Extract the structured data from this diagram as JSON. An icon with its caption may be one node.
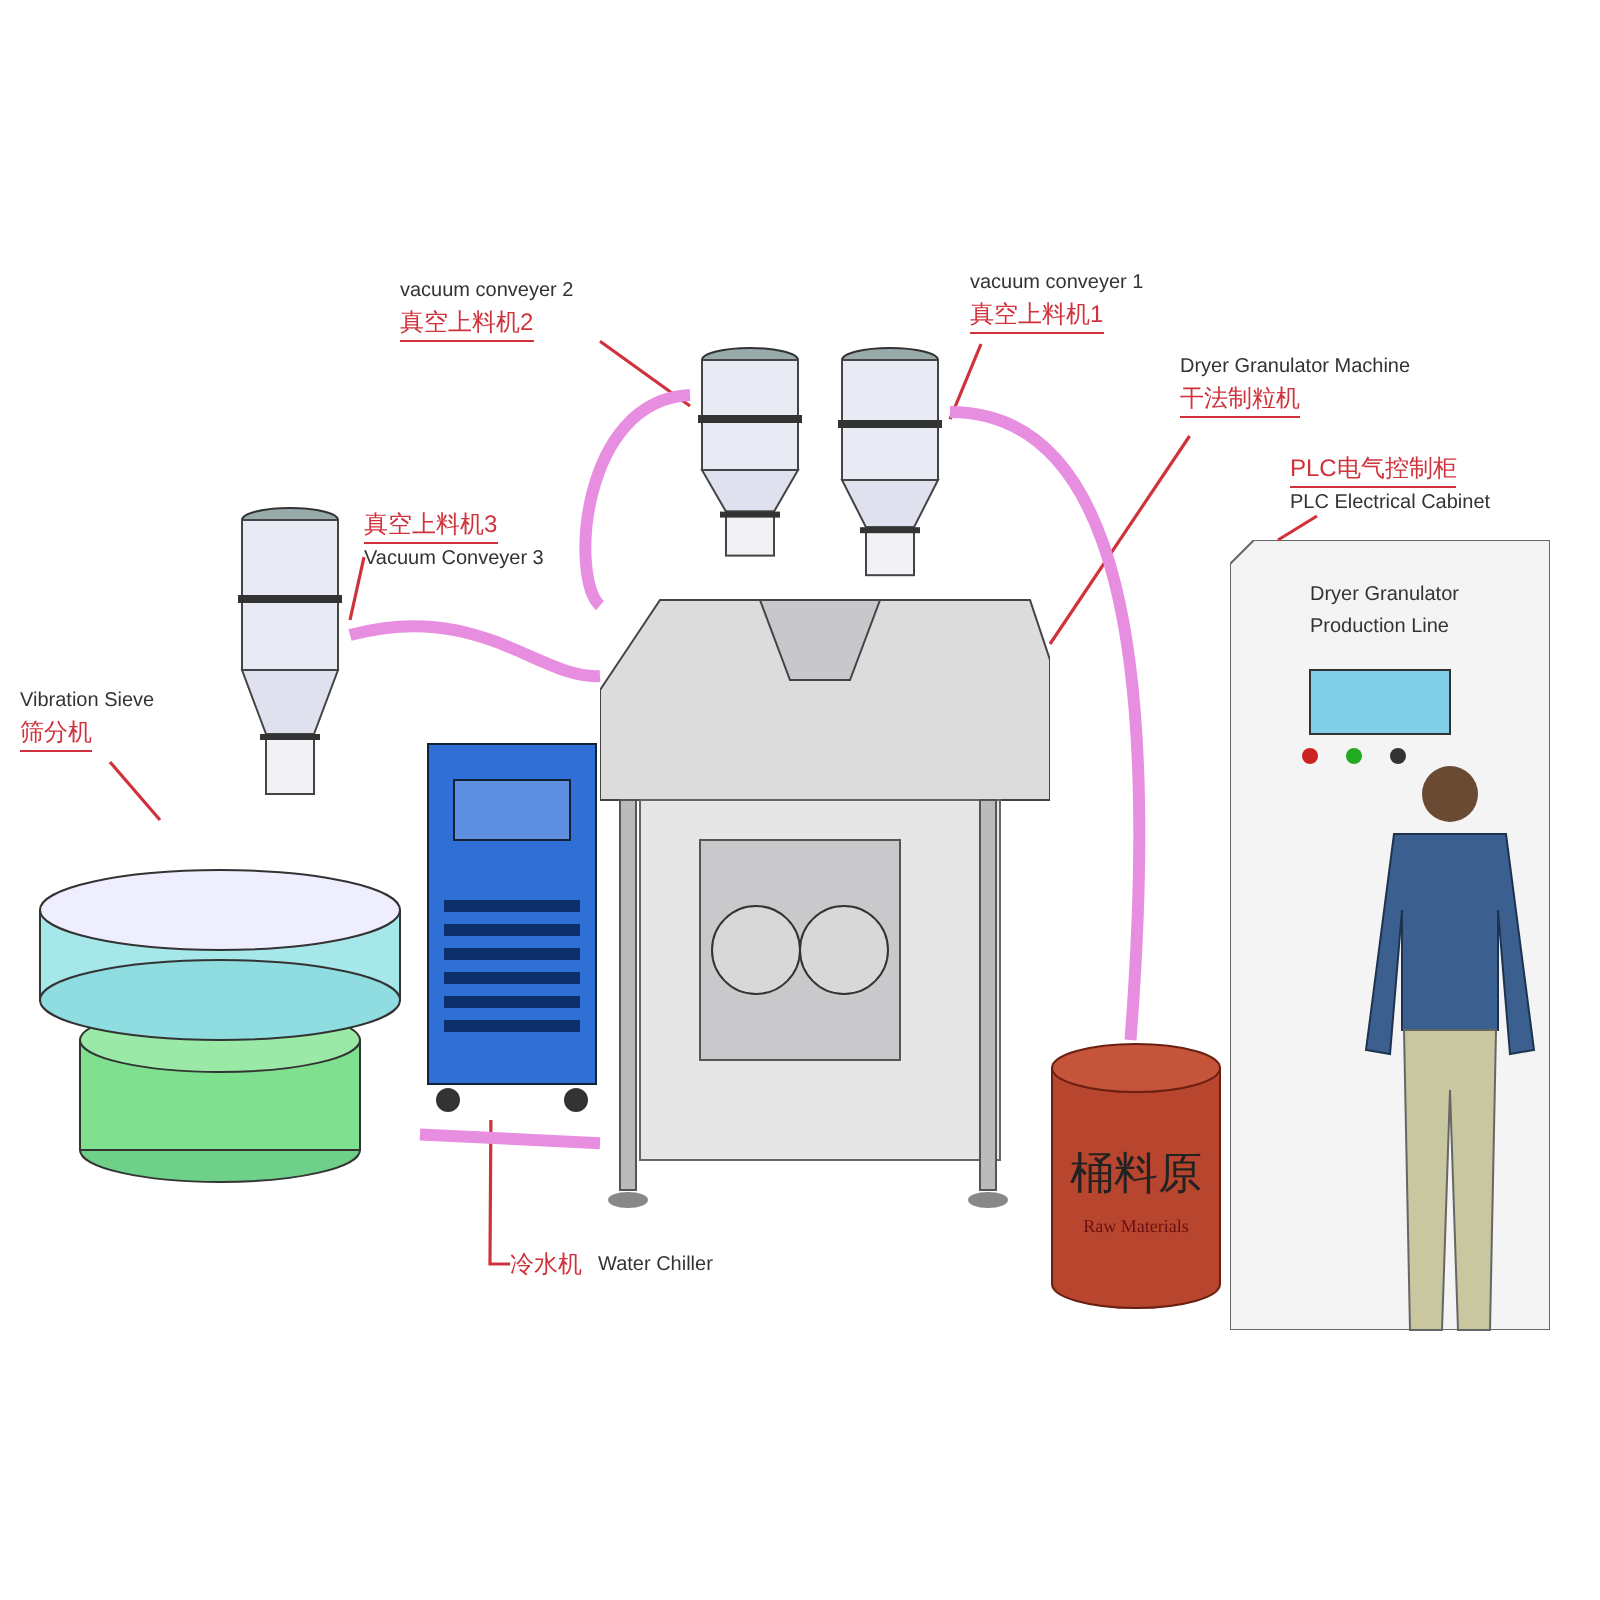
{
  "diagram": {
    "nodes": [
      {
        "text": [
          "vacuum conveyer 2",
          "真空上料机2"
        ]
      },
      {
        "text": [
          "vacuum conveyer 1",
          "真空上料机1"
        ]
      },
      {
        "text": [
          "真空上料机3",
          "Vacuum Conveyer 3"
        ]
      },
      {
        "text": [
          "Dryer Granulator Machine",
          "干法制粒机"
        ]
      },
      {
        "text": [
          "PLC电气控制柜",
          "PLC Electrical Cabinet"
        ]
      },
      {
        "text": [
          "Vibration Sieve",
          "筛分机"
        ]
      },
      {
        "text": [
          "冷水机",
          "Water Chiller"
        ]
      },
      {
        "text": [],
        "shape": "picture"
      },
      {
        "text": [],
        "shape": "picture"
      },
      {
        "text": [],
        "shape": "picture"
      },
      {
        "text": [],
        "shape": "picture"
      },
      {
        "text": [
          "Dryer Granulator Production Line"
        ]
      },
      {
        "text": [],
        "shape": "picture"
      },
      {
        "text": [],
        "shape": "picture"
      },
      {
        "text": [
          "桶料原",
          "Raw Materials"
        ]
      }
    ],
    "edges": [
      {
        "from": 0,
        "to": 7,
        "arrow": "none"
      },
      {
        "from": 1,
        "to": 8,
        "arrow": "none"
      },
      {
        "from": 2,
        "to": 9,
        "arrow": "none"
      },
      {
        "from": 3,
        "to": 10,
        "arrow": "none"
      },
      {
        "from": 4,
        "to": 11,
        "arrow": "none"
      },
      {
        "from": 5,
        "to": 12,
        "arrow": "none"
      },
      {
        "from": 6,
        "to": 13,
        "arrow": "none"
      },
      {
        "from": 14,
        "to": 8,
        "arrow": "none",
        "style": "thick",
        "color": "#e88ee0"
      },
      {
        "from": 9,
        "to": 10,
        "arrow": "none",
        "style": "thick",
        "color": "#e88ee0"
      },
      {
        "from": 7,
        "to": 10,
        "arrow": "none",
        "style": "thick",
        "color": "#e88ee0"
      },
      {
        "from": 12,
        "to": 10,
        "arrow": "none",
        "style": "thick",
        "color": "#e88ee0"
      }
    ]
  }
}
